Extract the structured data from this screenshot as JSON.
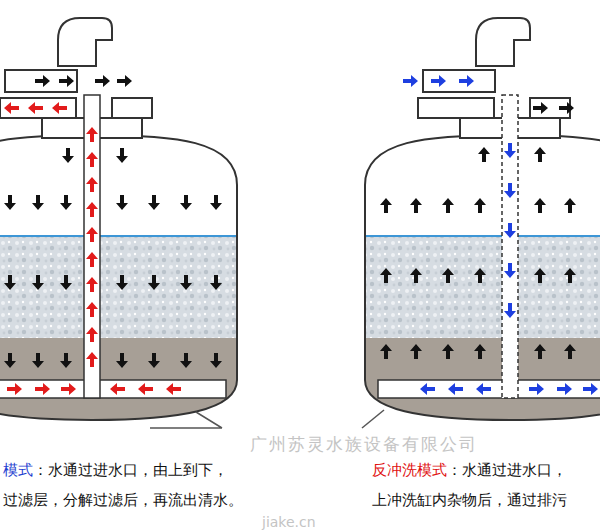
{
  "diagram": {
    "labels": [
      "模式",
      "：水通过进水口，由上到下，",
      "过滤层，分解过滤后，再流出清水。",
      "反冲洗模式",
      "：水通过进水口，",
      "上冲洗缸内杂物后，通过排污",
      "广州苏灵水族设备有限公司",
      "jiake.cn"
    ]
  }
}
